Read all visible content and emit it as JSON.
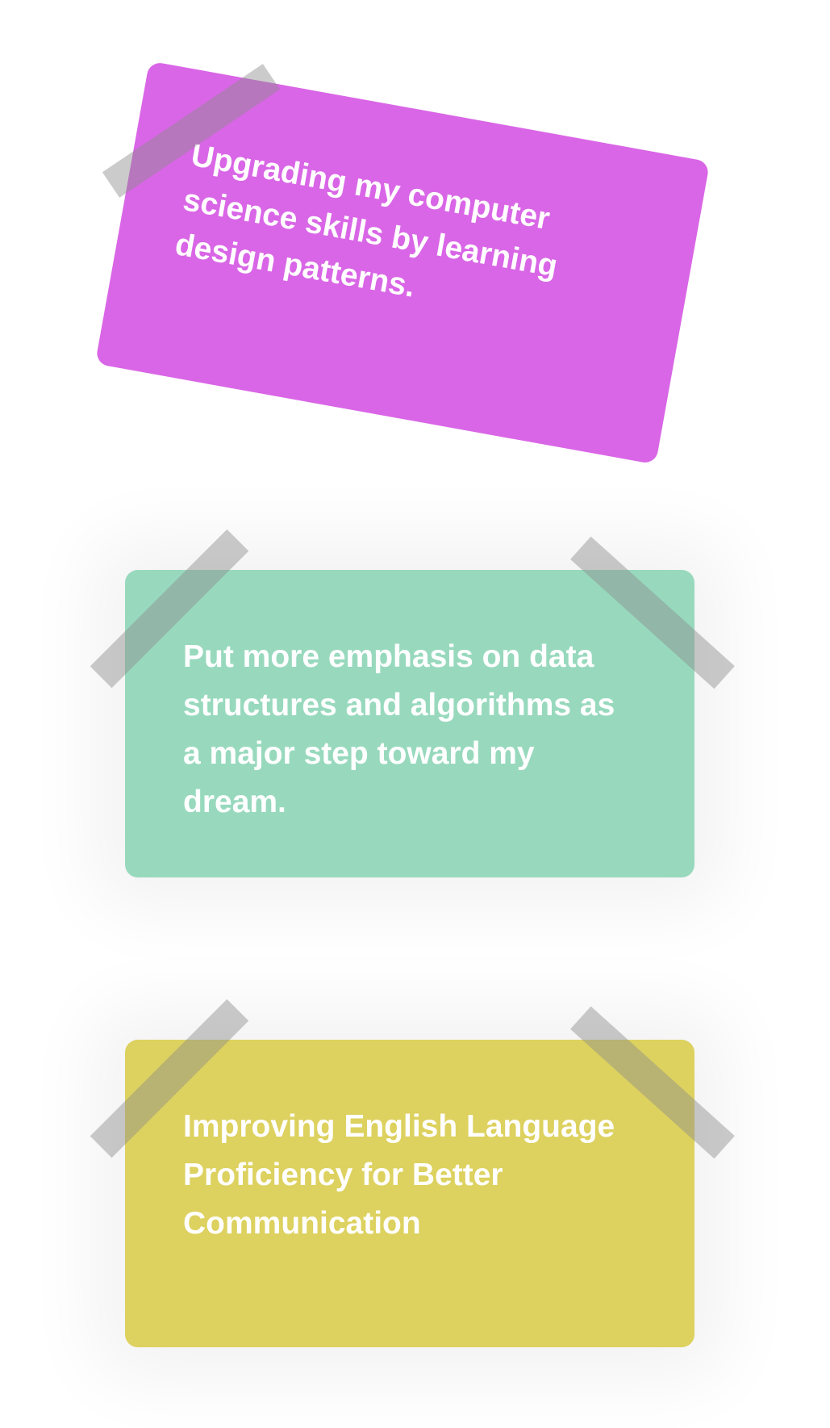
{
  "notes": [
    {
      "text": "Upgrading my computer science skills by learning design patterns.",
      "color": "#d966e6"
    },
    {
      "text": "Put more emphasis on data structures and algorithms as a major step toward my dream.",
      "color": "#98d9be"
    },
    {
      "text": "Improving English Language Proficiency for Better Communication",
      "color": "#ddd15f"
    }
  ],
  "tape_color": "#8c8c8c"
}
